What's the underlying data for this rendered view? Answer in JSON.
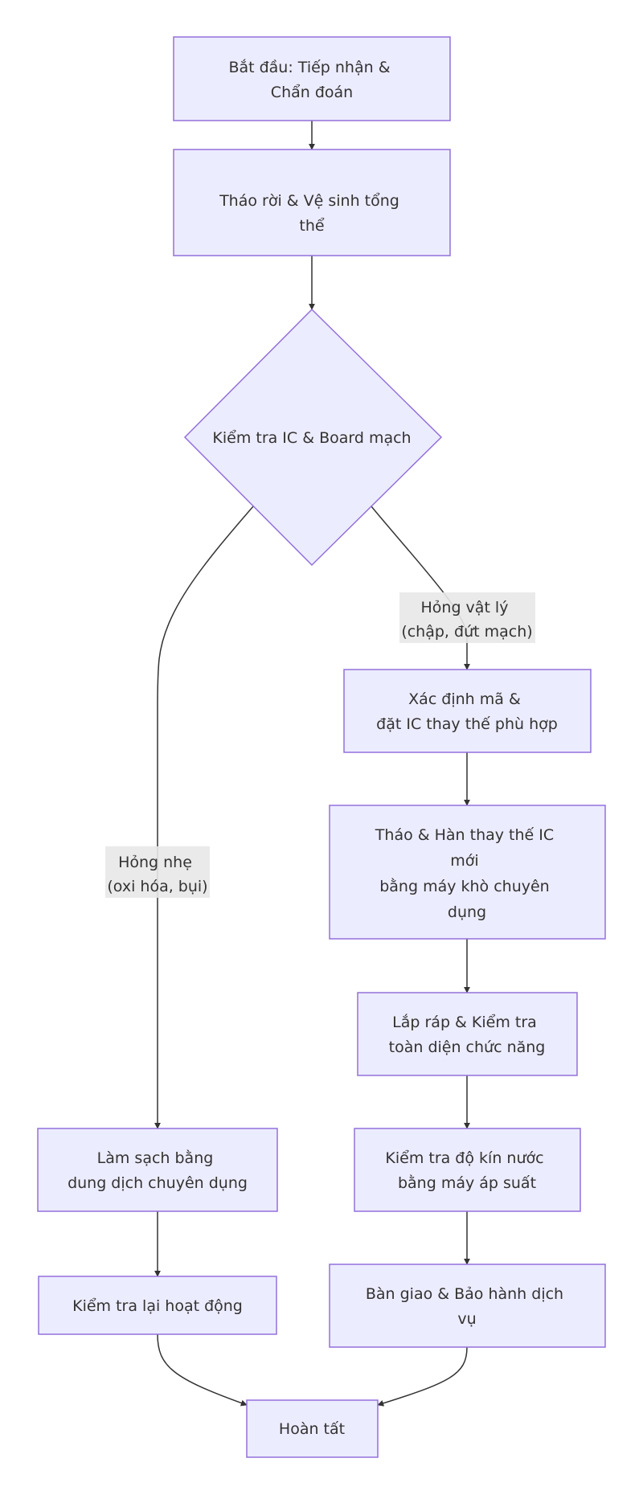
{
  "diagram": {
    "type": "flowchart",
    "colors": {
      "node_fill": "#ECECFF",
      "node_stroke": "#9370DB",
      "edge": "#333333",
      "label_bg": "#E8E8E8",
      "text": "#333333"
    },
    "nodes": {
      "start": [
        "Bắt đầu: Tiếp nhận &",
        "Chẩn đoán"
      ],
      "disassemble": [
        "Tháo rời & Vệ sinh tổng",
        "thể"
      ],
      "check_ic": [
        "Kiểm tra IC & Board mạch"
      ],
      "identify_ic": [
        "Xác định mã &",
        "đặt IC thay thế phù hợp"
      ],
      "replace_ic": [
        "Tháo & Hàn thay thế IC",
        "mới",
        "bằng máy khò chuyên",
        "dụng"
      ],
      "assemble": [
        "Lắp ráp & Kiểm tra",
        "toàn diện chức năng"
      ],
      "water_test": [
        "Kiểm tra độ kín nước",
        "bằng máy áp suất"
      ],
      "handover": [
        "Bàn giao & Bảo hành dịch",
        "vụ"
      ],
      "clean": [
        "Làm sạch bằng",
        "dung dịch chuyên dụng"
      ],
      "recheck": [
        "Kiểm tra lại hoạt động"
      ],
      "done": [
        "Hoàn tất"
      ]
    },
    "edge_labels": {
      "physical_damage": [
        "Hỏng vật lý",
        "(chập, đứt mạch)"
      ],
      "minor_damage": [
        "Hỏng nhẹ",
        "(oxi hóa, bụi)"
      ]
    },
    "edges": [
      {
        "from": "start",
        "to": "disassemble"
      },
      {
        "from": "disassemble",
        "to": "check_ic"
      },
      {
        "from": "check_ic",
        "to": "identify_ic",
        "label": "physical_damage"
      },
      {
        "from": "check_ic",
        "to": "clean",
        "label": "minor_damage"
      },
      {
        "from": "identify_ic",
        "to": "replace_ic"
      },
      {
        "from": "replace_ic",
        "to": "assemble"
      },
      {
        "from": "assemble",
        "to": "water_test"
      },
      {
        "from": "water_test",
        "to": "handover"
      },
      {
        "from": "clean",
        "to": "recheck"
      },
      {
        "from": "recheck",
        "to": "done"
      },
      {
        "from": "handover",
        "to": "done"
      }
    ]
  }
}
